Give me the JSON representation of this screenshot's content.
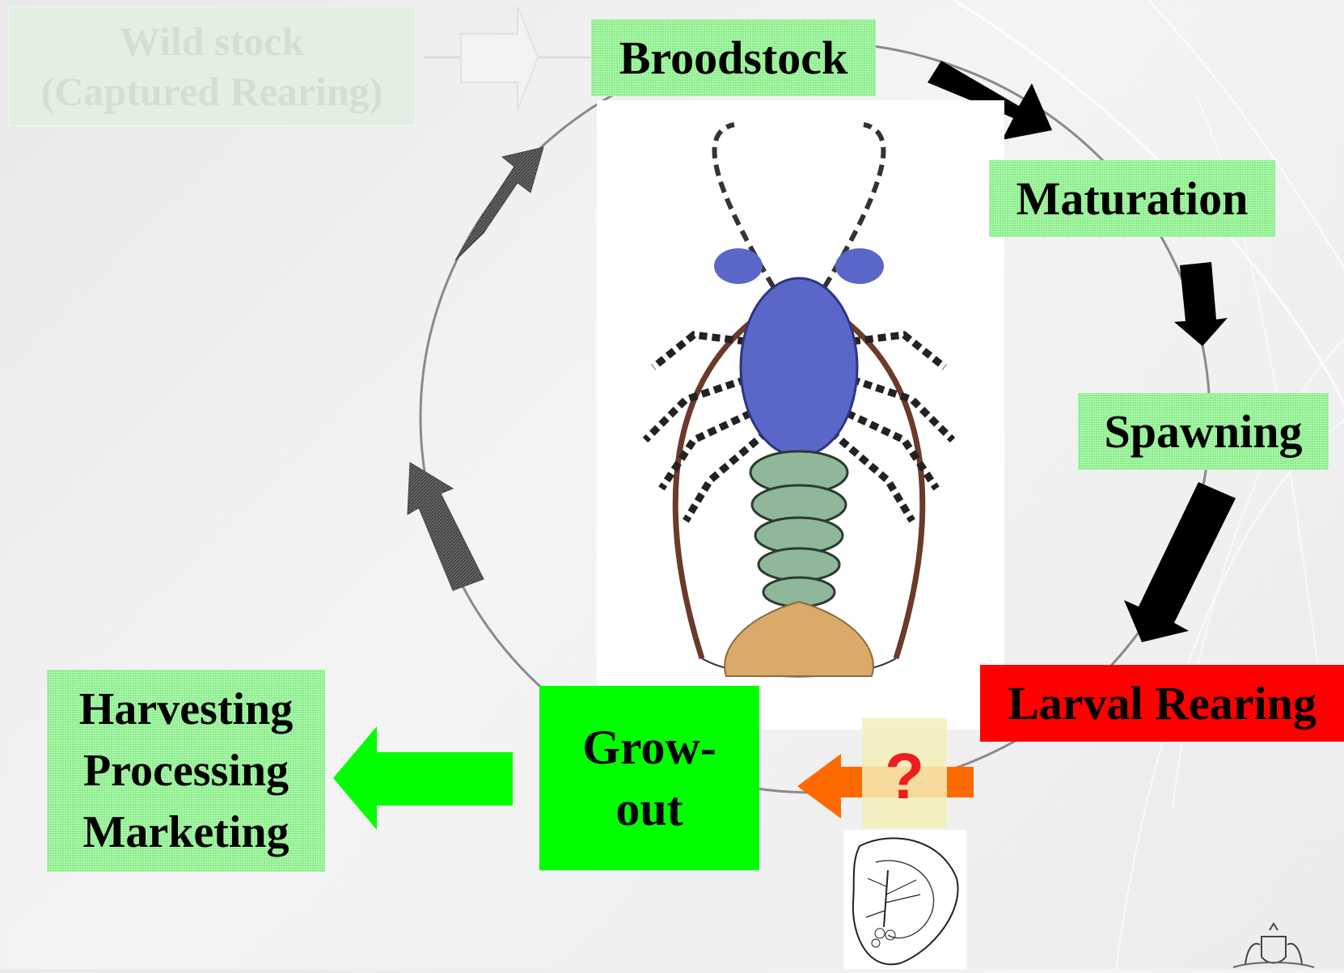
{
  "diagram": {
    "wild_stock": {
      "line1": "Wild stock",
      "line2": "(Captured Rearing)"
    },
    "broodstock": "Broodstock",
    "maturation": "Maturation",
    "spawning": "Spawning",
    "larval_rearing": "Larval Rearing",
    "growout": {
      "line1": "Grow-",
      "line2": "out"
    },
    "harvest": {
      "line1": "Harvesting",
      "line2": "Processing",
      "line3": "Marketing"
    },
    "question_mark": "?"
  },
  "colors": {
    "pale_green": "#86ee86",
    "bright_green": "#00ff00",
    "red": "#ff0000",
    "orange_arrow": "#ff6a00",
    "black_arrow": "#000000",
    "gray_arrow": "#555555"
  },
  "icons": [
    "lobster-illustration",
    "phyllosoma-larva-sketch",
    "coat-of-arms-emblem"
  ]
}
